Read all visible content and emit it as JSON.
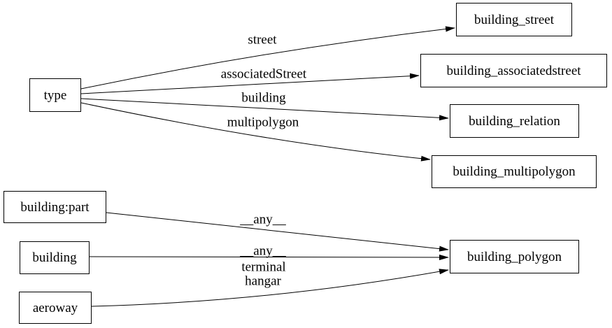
{
  "diagram": {
    "background_color": "#ffffff",
    "line_color": "#000000",
    "nodes": [
      {
        "id": "type",
        "label": "type"
      },
      {
        "id": "building_street",
        "label": "building_street"
      },
      {
        "id": "building_associatedstreet",
        "label": "building_associatedstreet"
      },
      {
        "id": "building_relation",
        "label": "building_relation"
      },
      {
        "id": "building_multipolygon",
        "label": "building_multipolygon"
      },
      {
        "id": "building:part",
        "label": "building:part"
      },
      {
        "id": "building",
        "label": "building"
      },
      {
        "id": "aeroway",
        "label": "aeroway"
      },
      {
        "id": "building_polygon",
        "label": "building_polygon"
      }
    ],
    "edges": [
      {
        "from": "type",
        "to": "building_street",
        "labels": [
          "street"
        ]
      },
      {
        "from": "type",
        "to": "building_associatedstreet",
        "labels": [
          "associatedStreet"
        ]
      },
      {
        "from": "type",
        "to": "building_relation",
        "labels": [
          "building"
        ]
      },
      {
        "from": "type",
        "to": "building_multipolygon",
        "labels": [
          "multipolygon"
        ]
      },
      {
        "from": "building:part",
        "to": "building_polygon",
        "labels": [
          "__any__"
        ]
      },
      {
        "from": "building",
        "to": "building_polygon",
        "labels": [
          "__any__"
        ]
      },
      {
        "from": "aeroway",
        "to": "building_polygon",
        "labels": [
          "terminal",
          "hangar"
        ]
      }
    ]
  }
}
